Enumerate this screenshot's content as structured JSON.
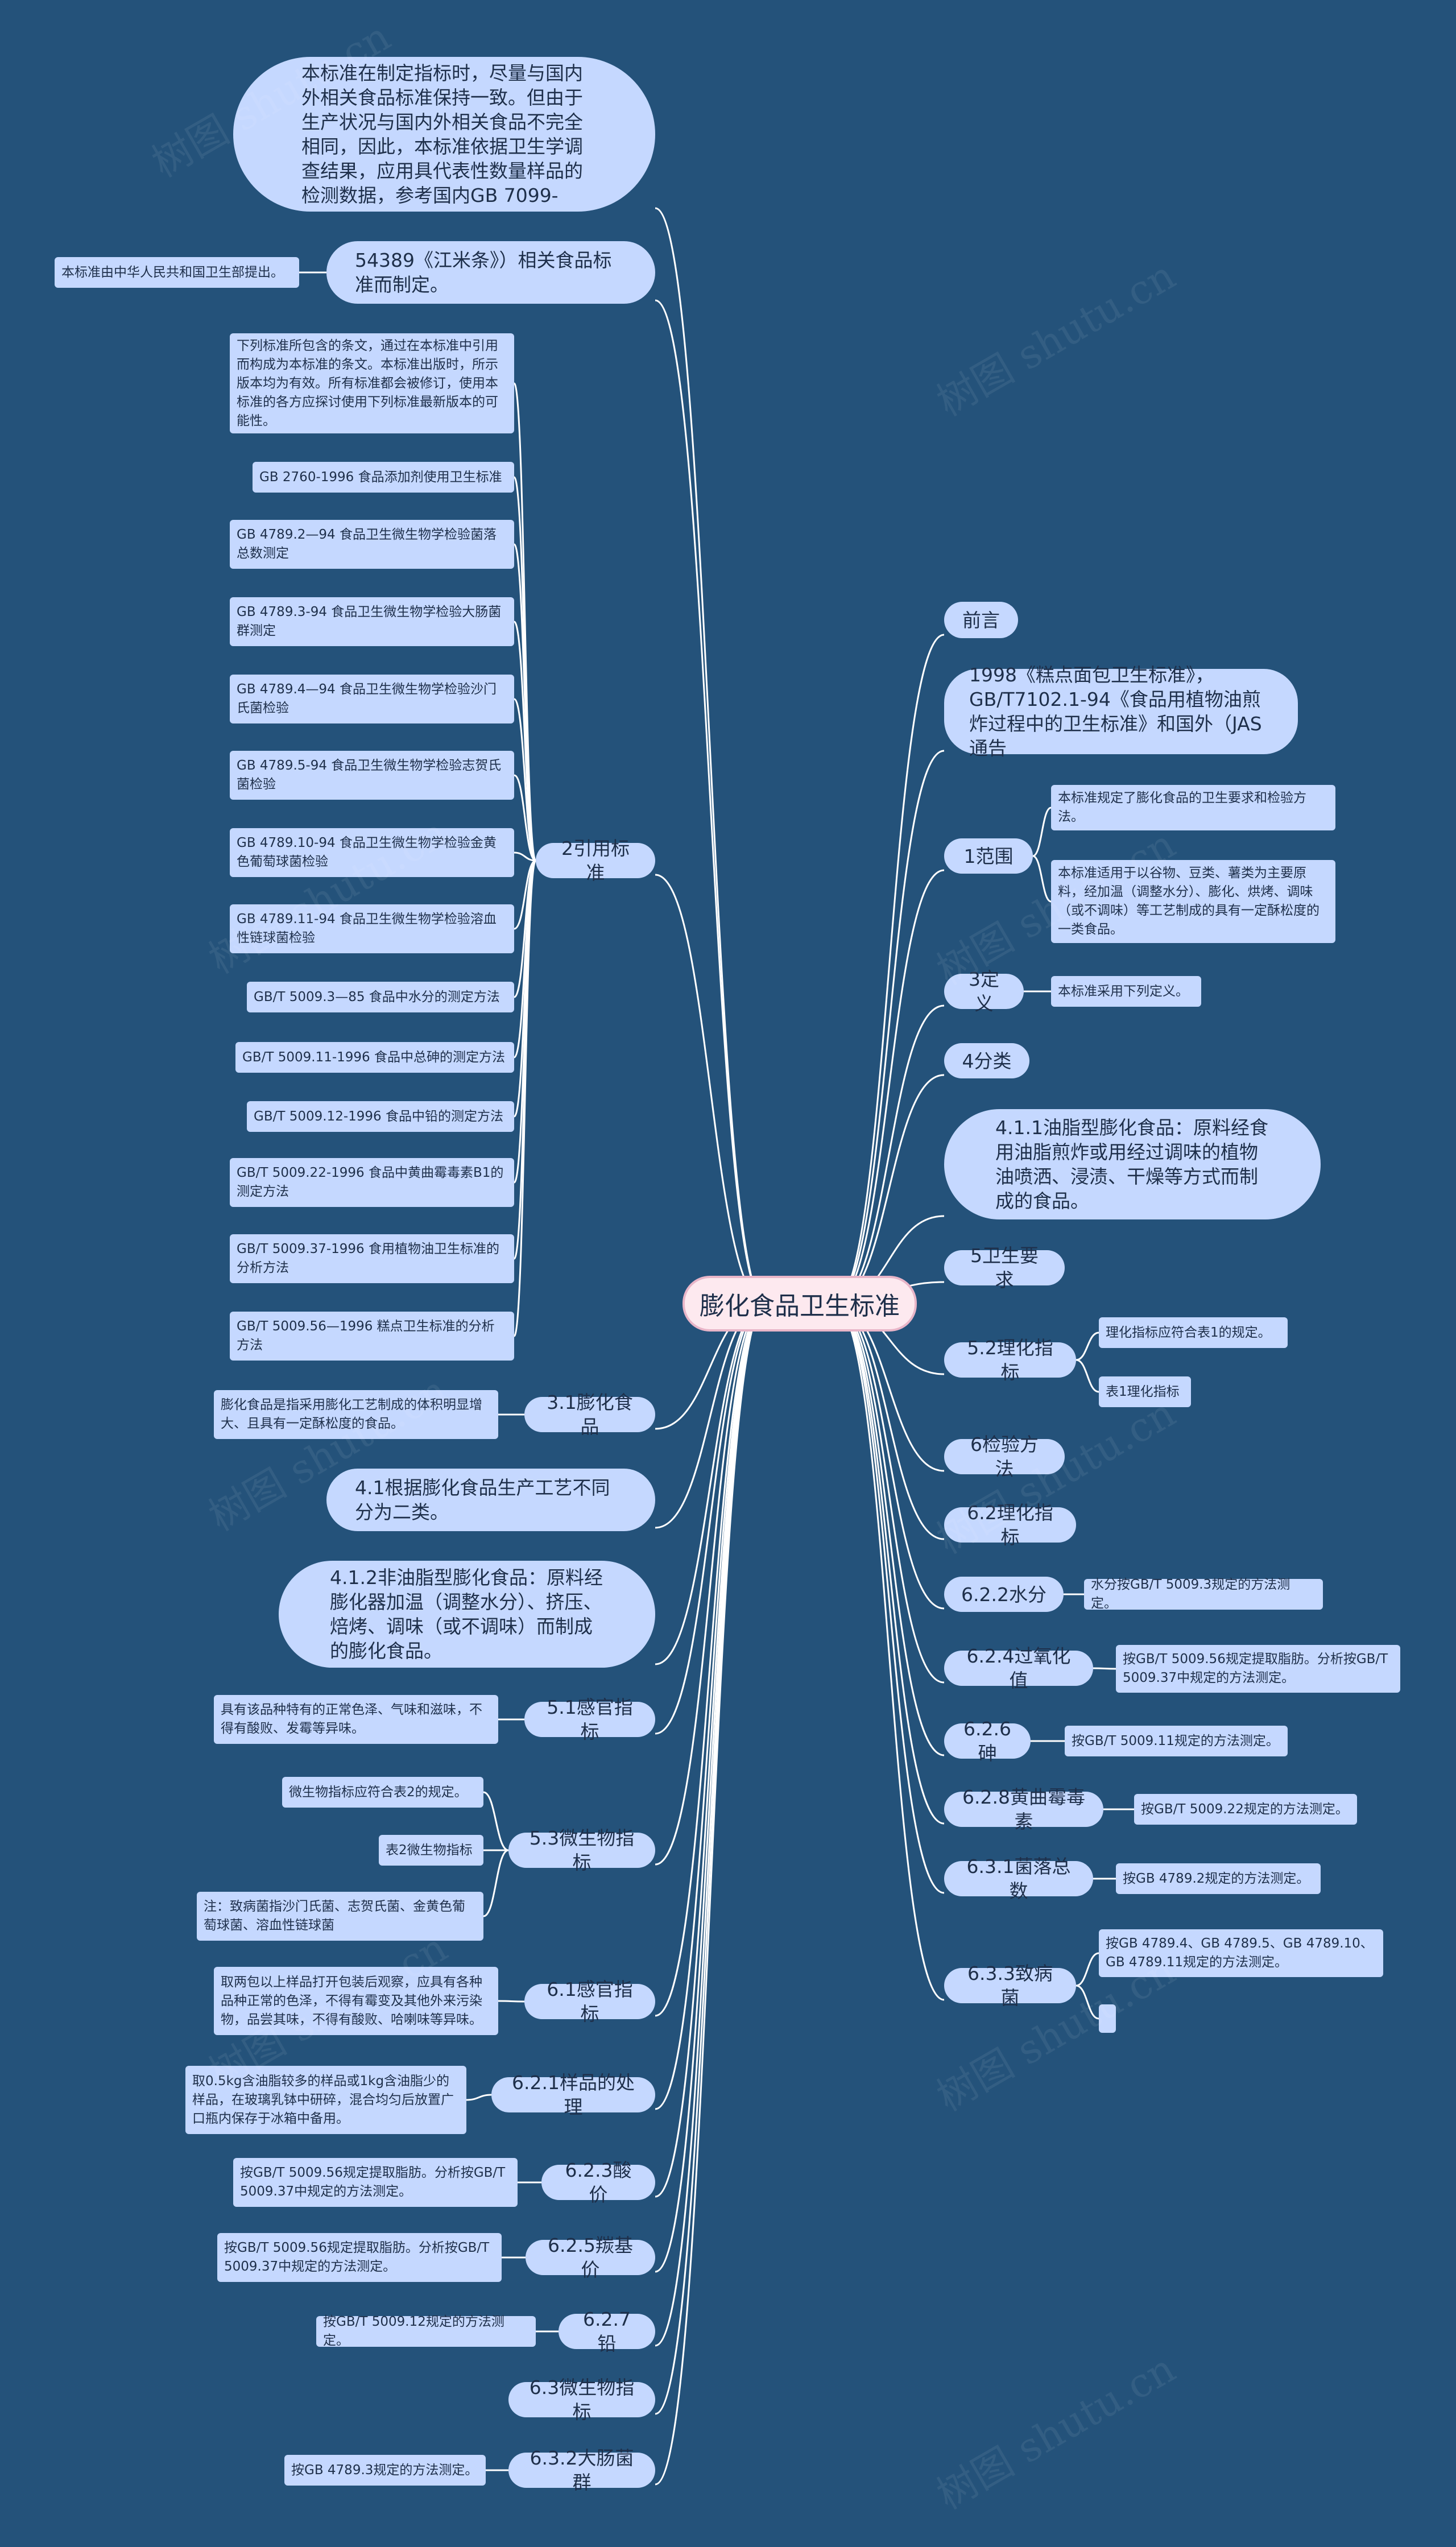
{
  "root": {
    "label": "膨化食品卫生标准"
  },
  "left": [
    {
      "id": "qianyan_cont",
      "label": "本标准在制定指标时，尽量与国内外相关食品标准保持一致。但由于生产状况与国内外相关食品不完全相同，因此，本标准依据卫生学调查结果，应用具代表性数量样品的检测数据，参考国内GB 7099-"
    },
    {
      "id": "jasref",
      "label": "54389《江米条》）相关食品标准而制定。",
      "children": [
        "本标准由中华人民共和国卫生部提出。"
      ]
    },
    {
      "id": "yinyong",
      "label": "2引用标准",
      "children": [
        "下列标准所包含的条文，通过在本标准中引用而构成为本标准的条文。本标准出版时，所示版本均为有效。所有标准都会被修订，使用本标准的各方应探讨使用下列标准最新版本的可能性。",
        "GB 2760-1996 食品添加剂使用卫生标准",
        "GB 4789.2—94 食品卫生微生物学检验菌落总数测定",
        "GB 4789.3-94 食品卫生微生物学检验大肠菌群测定",
        "GB 4789.4—94 食品卫生微生物学检验沙门氏菌检验",
        "GB 4789.5-94 食品卫生微生物学检验志贺氏菌检验",
        "GB 4789.10-94 食品卫生微生物学检验金黄色葡萄球菌检验",
        "GB 4789.11-94 食品卫生微生物学检验溶血性链球菌检验",
        "GB/T 5009.3—85 食品中水分的测定方法",
        "GB/T 5009.11-1996 食品中总砷的测定方法",
        "GB/T 5009.12-1996 食品中铅的测定方法",
        "GB/T 5009.22-1996 食品中黄曲霉毒素B1的测定方法",
        "GB/T 5009.37-1996 食用植物油卫生标准的分析方法",
        "GB/T 5009.56—1996 糕点卫生标准的分析方法"
      ]
    },
    {
      "id": "s31",
      "label": "3.1膨化食品",
      "children": [
        "膨化食品是指采用膨化工艺制成的体积明显增大、且具有一定酥松度的食品。"
      ]
    },
    {
      "id": "s41",
      "label": "4.1根据膨化食品生产工艺不同分为二类。"
    },
    {
      "id": "s412",
      "label": "4.1.2非油脂型膨化食品：原料经膨化器加温（调整水分）、挤压、焙烤、调味（或不调味）而制成的膨化食品。"
    },
    {
      "id": "s51",
      "label": "5.1感官指标",
      "children": [
        "具有该品种特有的正常色泽、气味和滋味，不得有酸败、发霉等异味。"
      ]
    },
    {
      "id": "s53",
      "label": "5.3微生物指标",
      "children": [
        "微生物指标应符合表2的规定。",
        "表2微生物指标",
        "注：致病菌指沙门氏菌、志贺氏菌、金黄色葡萄球菌、溶血性链球菌"
      ]
    },
    {
      "id": "s61",
      "label": "6.1感官指标",
      "children": [
        "取两包以上样品打开包装后观察，应具有各种品种正常的色泽，不得有霉变及其他外来污染物，品尝其味，不得有酸败、哈喇味等异味。"
      ]
    },
    {
      "id": "s621",
      "label": "6.2.1样品的处理",
      "children": [
        "取0.5kg含油脂较多的样品或1kg含油脂少的样品，在玻璃乳钵中研碎，混合均匀后放置广口瓶内保存于冰箱中备用。"
      ]
    },
    {
      "id": "s623",
      "label": "6.2.3酸价",
      "children": [
        "按GB/T 5009.56规定提取脂肪。分析按GB/T 5009.37中规定的方法测定。"
      ]
    },
    {
      "id": "s625",
      "label": "6.2.5羰基价",
      "children": [
        "按GB/T 5009.56规定提取脂肪。分析按GB/T 5009.37中规定的方法测定。"
      ]
    },
    {
      "id": "s627",
      "label": "6.2.7铅",
      "children": [
        "按GB/T 5009.12规定的方法测定。"
      ]
    },
    {
      "id": "s63",
      "label": "6.3微生物指标"
    },
    {
      "id": "s632",
      "label": "6.3.2大肠菌群",
      "children": [
        "按GB 4789.3规定的方法测定。"
      ]
    }
  ],
  "right": [
    {
      "id": "qianyan",
      "label": "前言"
    },
    {
      "id": "ref1998",
      "label": "1998《糕点面包卫生标准》，GB/T7102.1-94《食品用植物油煎炸过程中的卫生标准》和国外（JAS通告"
    },
    {
      "id": "fanwei",
      "label": "1范围",
      "children": [
        "本标准规定了膨化食品的卫生要求和检验方法。",
        "本标准适用于以谷物、豆类、薯类为主要原料，经加温（调整水分）、膨化、烘烤、调味（或不调味）等工艺制成的具有一定酥松度的一类食品。"
      ]
    },
    {
      "id": "dingyi",
      "label": "3定义",
      "children": [
        "本标准采用下列定义。"
      ]
    },
    {
      "id": "fenlei",
      "label": "4分类"
    },
    {
      "id": "s411",
      "label": "4.1.1油脂型膨化食品：原料经食用油脂煎炸或用经过调味的植物油喷洒、浸渍、干燥等方式而制成的食品。"
    },
    {
      "id": "weisheng",
      "label": "5卫生要求"
    },
    {
      "id": "s52",
      "label": "5.2理化指标",
      "children": [
        "理化指标应符合表1的规定。",
        "表1理化指标"
      ]
    },
    {
      "id": "jianyan",
      "label": "6检验方法"
    },
    {
      "id": "s62",
      "label": "6.2理化指标"
    },
    {
      "id": "s622",
      "label": "6.2.2水分",
      "children": [
        "水分按GB/T 5009.3规定的方法测定。"
      ]
    },
    {
      "id": "s624",
      "label": "6.2.4过氧化值",
      "children": [
        "按GB/T 5009.56规定提取脂肪。分析按GB/T 5009.37中规定的方法测定。"
      ]
    },
    {
      "id": "s626",
      "label": "6.2.6砷",
      "children": [
        "按GB/T 5009.11规定的方法测定。"
      ]
    },
    {
      "id": "s628",
      "label": "6.2.8黄曲霉毒素",
      "children": [
        "按GB/T 5009.22规定的方法测定。"
      ]
    },
    {
      "id": "s631",
      "label": "6.3.1菌落总数",
      "children": [
        "按GB 4789.2规定的方法测定。"
      ]
    },
    {
      "id": "s633",
      "label": "6.3.3致病菌",
      "children": [
        "按GB 4789.4、GB 4789.5、GB 4789.10、GB 4789.11规定的方法测定。",
        ""
      ]
    }
  ],
  "watermark": "树图 shutu.cn",
  "colors": {
    "background": "#24527a",
    "node": "#c5d8ff",
    "root": "#fde9ef",
    "line": "#ffffff"
  }
}
